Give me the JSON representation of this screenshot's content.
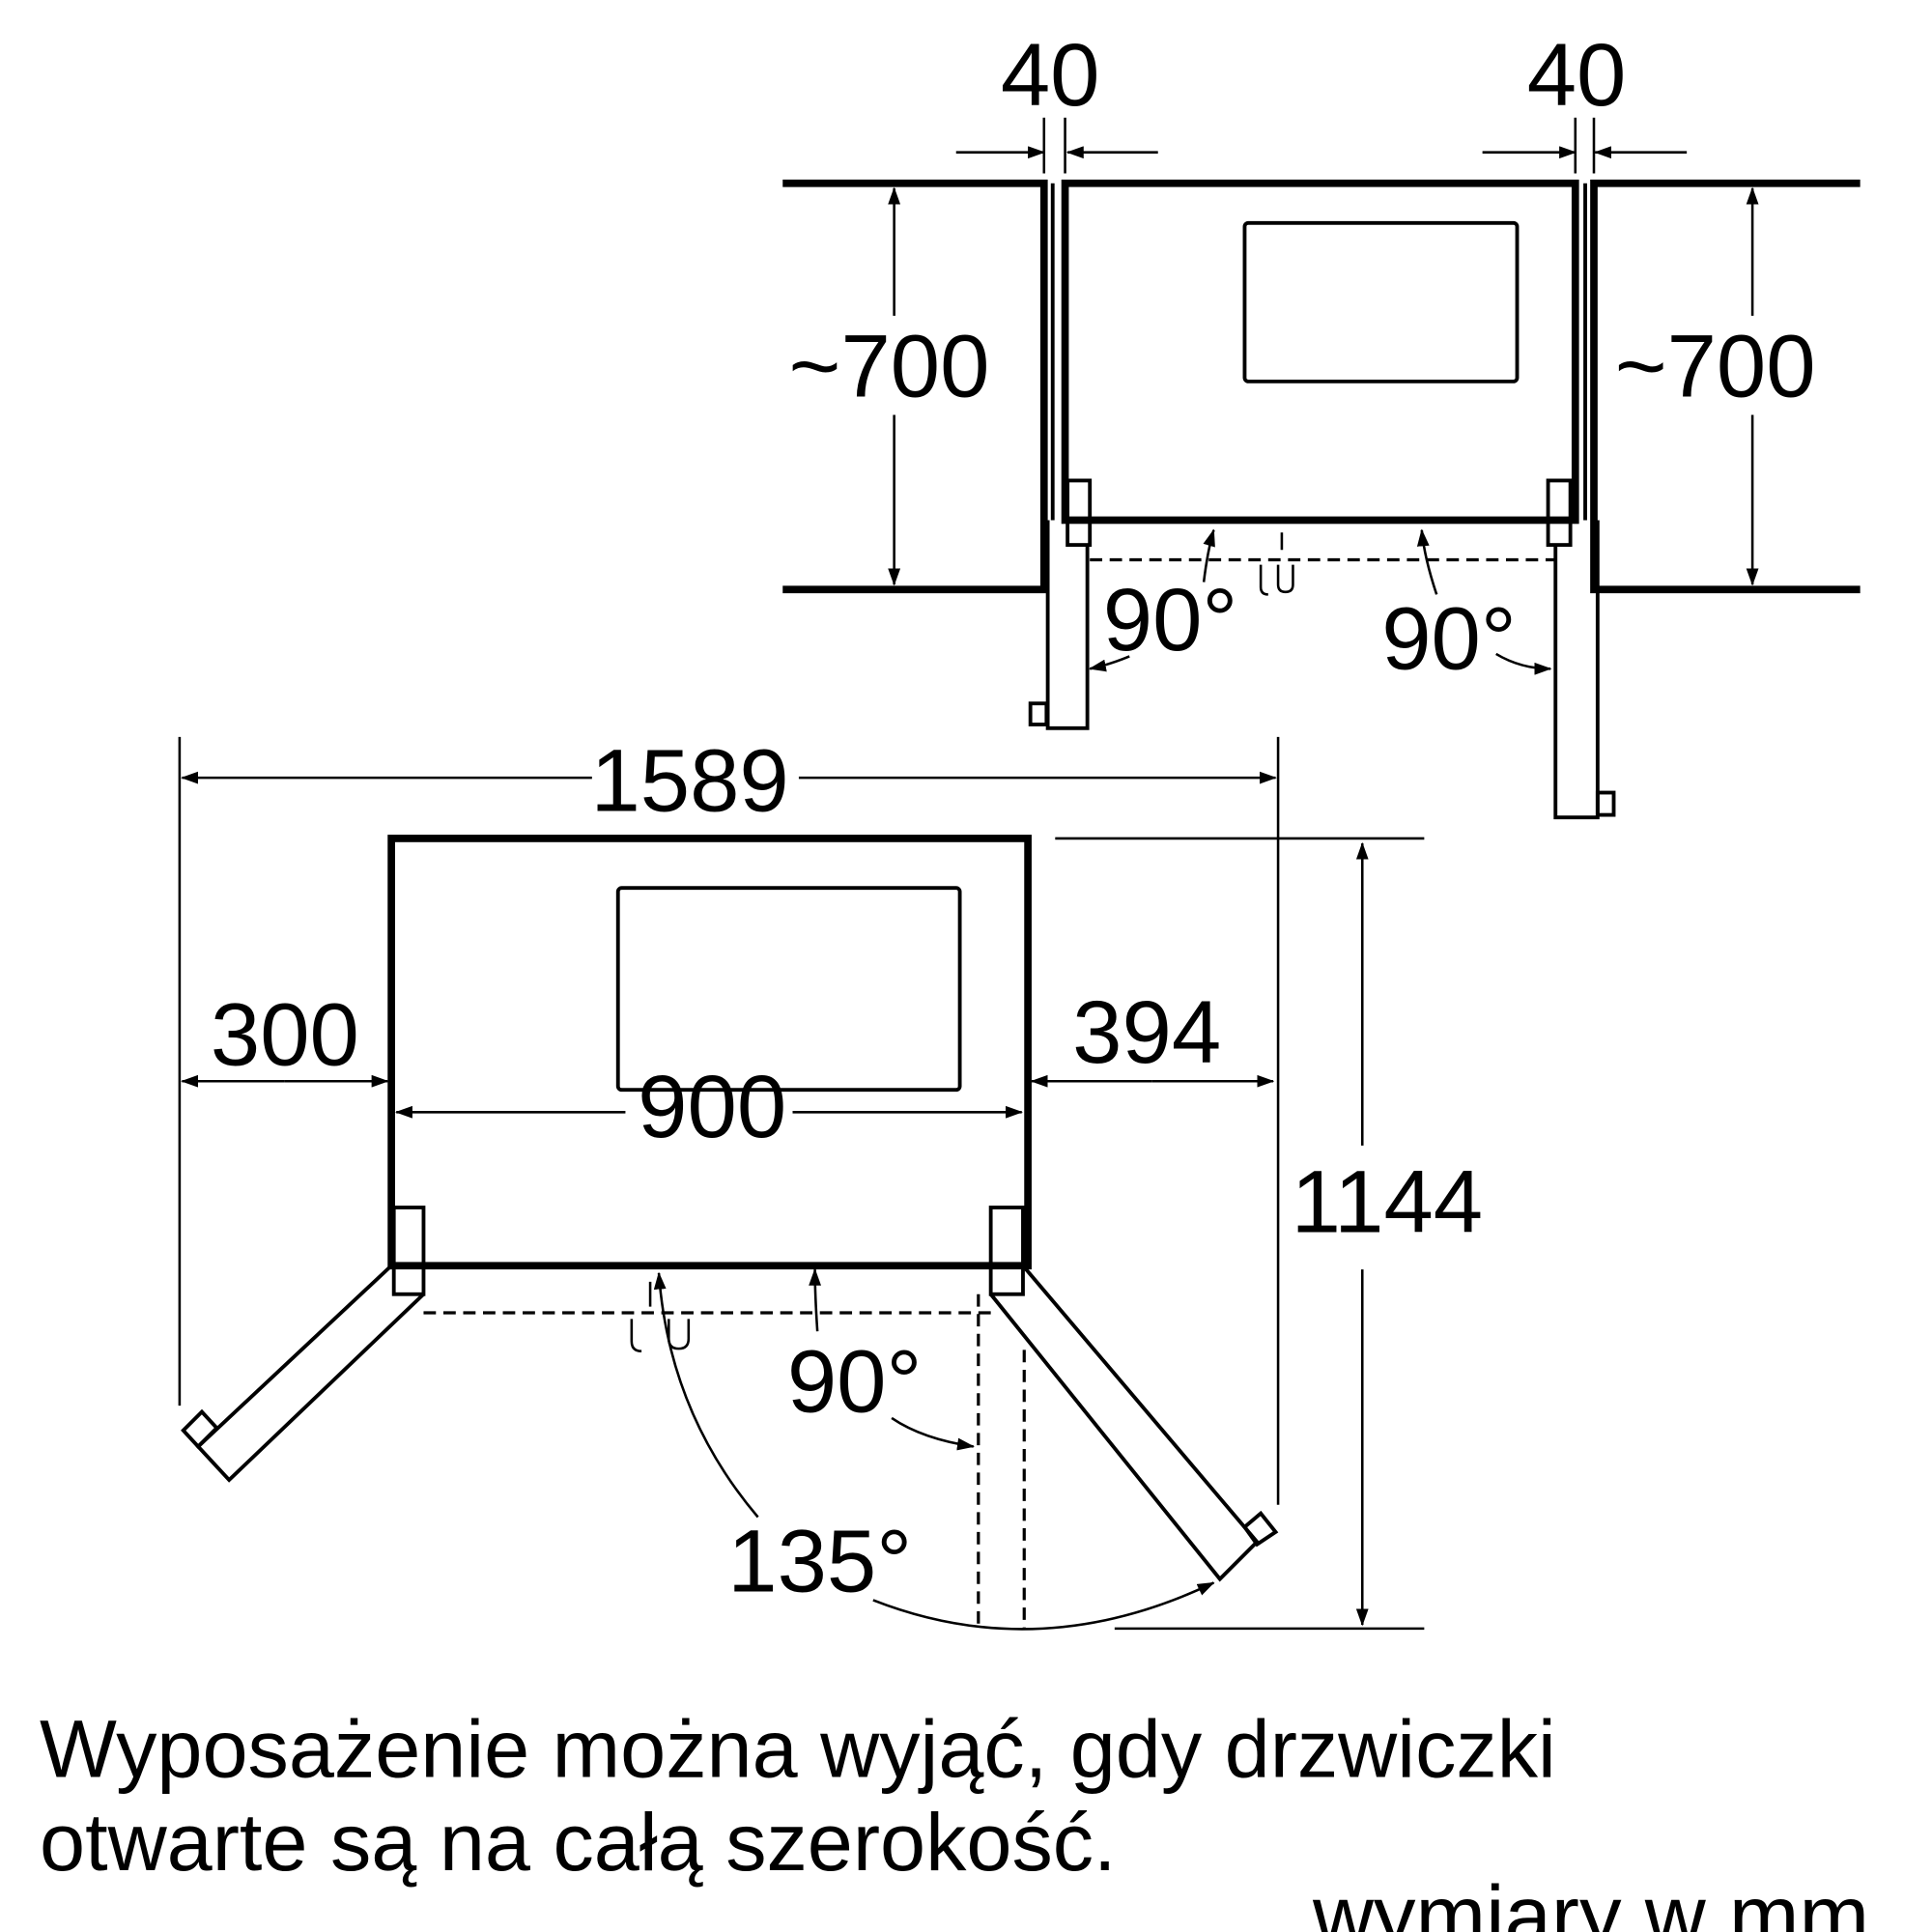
{
  "top_view": {
    "gap_left": "40",
    "gap_right": "40",
    "depth_left": "~700",
    "depth_right": "~700",
    "angle_left": "90°",
    "angle_right": "90°"
  },
  "bottom_view": {
    "total_width": "1589",
    "left_clearance": "300",
    "appliance_width": "900",
    "right_clearance": "394",
    "total_depth": "1144",
    "angle_open": "90°",
    "angle_max": "135°"
  },
  "notes": {
    "line1": "Wyposażenie można wyjąć, gdy drzwiczki",
    "line2": "otwarte są na całą szerokość.",
    "units": "wymiary w mm"
  }
}
